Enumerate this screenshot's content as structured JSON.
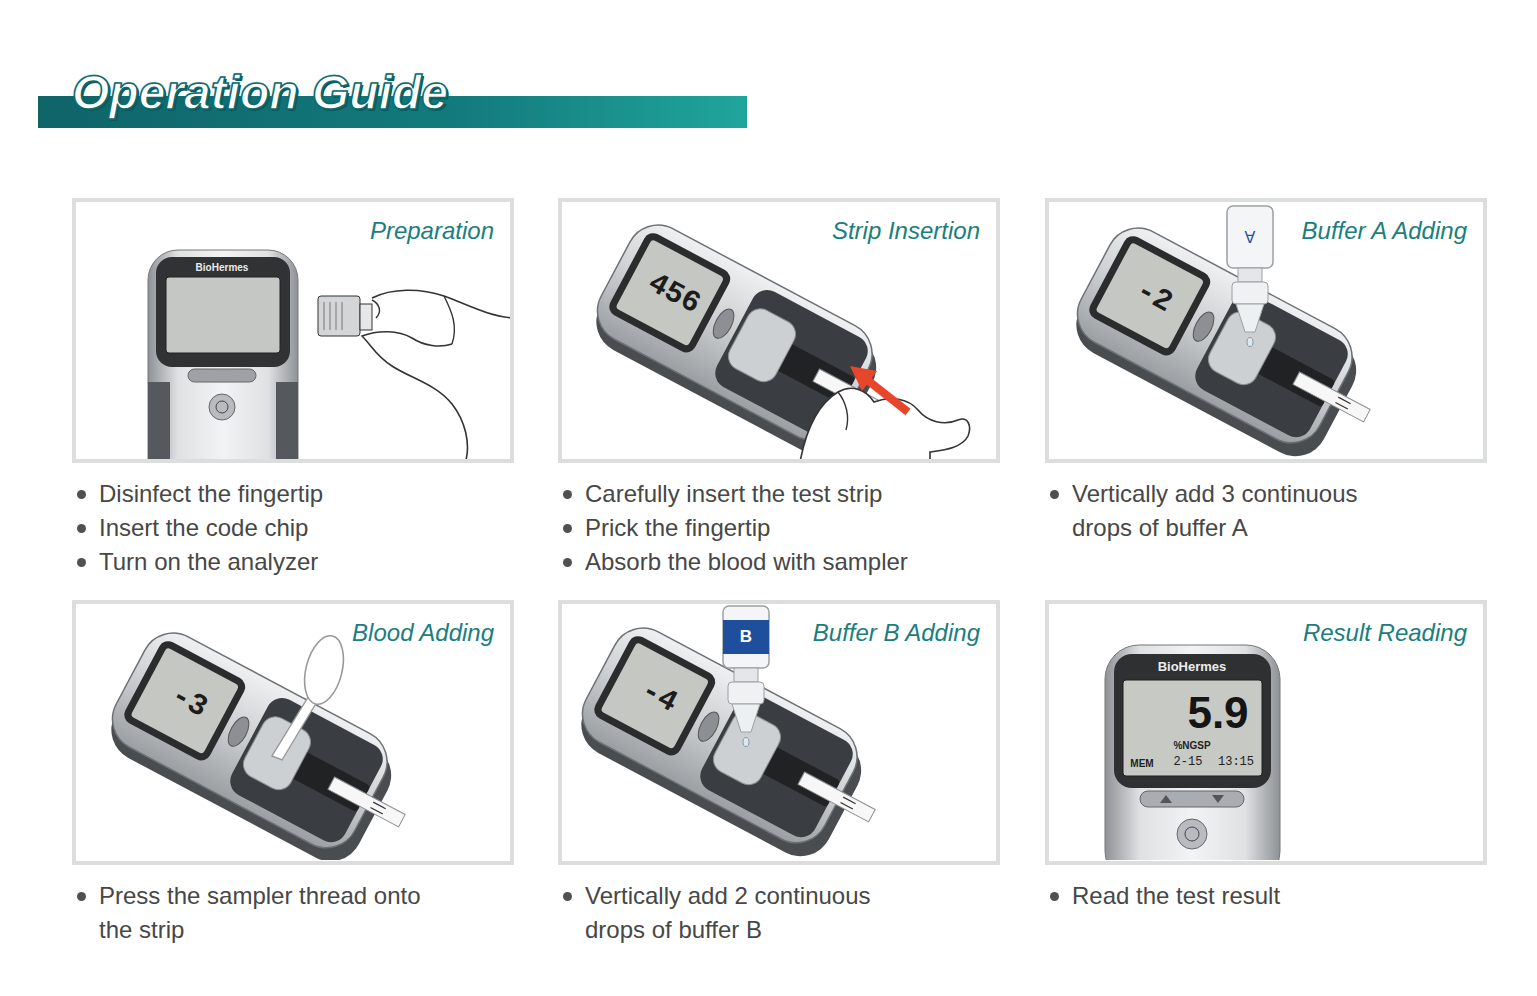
{
  "diagram": {
    "title": "Operation Guide",
    "nodes": [
      {
        "text": [
          "Preparation",
          "Disinfect the fingertip",
          "Insert the code chip",
          "Turn on the analyzer"
        ]
      },
      {
        "text": [
          "Strip Insertion",
          "Carefully insert the test strip",
          "Prick the fingertip",
          "Absorb the blood with sampler"
        ]
      },
      {
        "text": [
          "Buffer A Adding",
          "Vertically add 3 continuous drops of buffer A"
        ]
      },
      {
        "text": [
          "Blood Adding",
          "Press the sampler thread onto the strip"
        ]
      },
      {
        "text": [
          "Buffer B Adding",
          "Vertically add 2 continuous drops of buffer B"
        ]
      },
      {
        "text": [
          "Result Reading",
          "Read the test result"
        ]
      }
    ],
    "labels": [
      "BioHermes",
      "456",
      "-2",
      "A",
      "-3",
      "B",
      "-4",
      "BioHermes",
      "5.9",
      "%NGSP",
      "MEM",
      "2-15",
      "13:15"
    ]
  }
}
